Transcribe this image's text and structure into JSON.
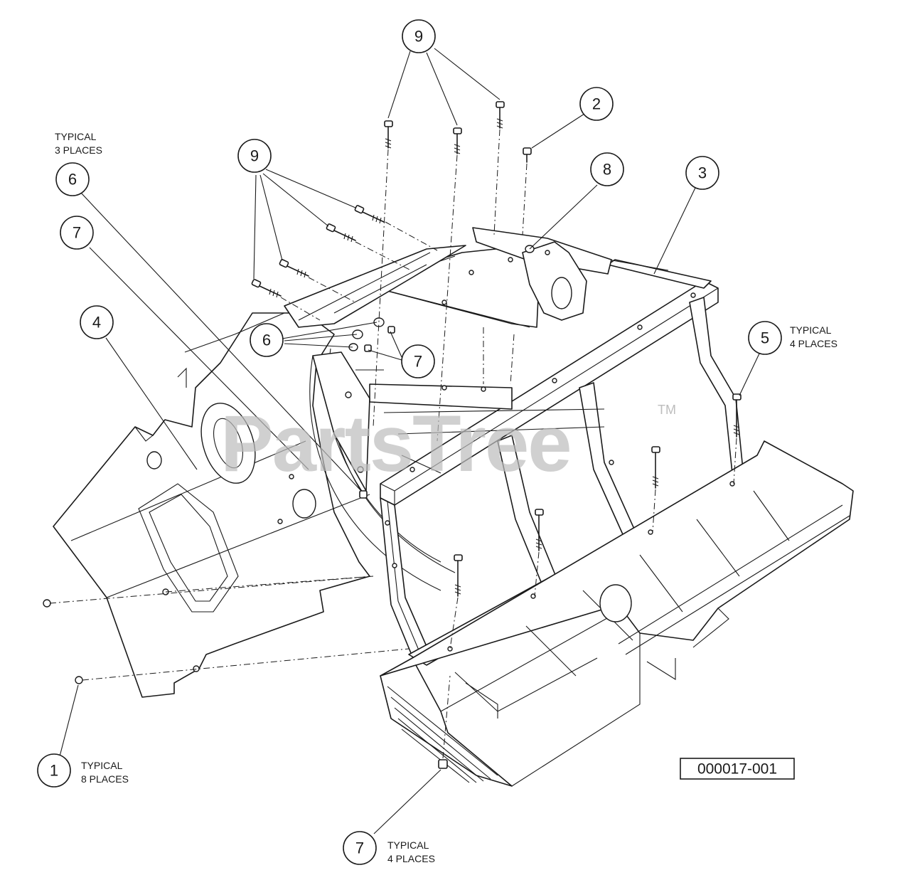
{
  "watermark": {
    "text": "PartsTree",
    "trademark": "TM"
  },
  "reference_code": "000017-001",
  "notes": {
    "typical_3_places_line1": "TYPICAL",
    "typical_3_places_line2": "3 PLACES",
    "typical_4_places_a_line1": "TYPICAL",
    "typical_4_places_a_line2": "4 PLACES",
    "typical_8_places_line1": "TYPICAL",
    "typical_8_places_line2": "8 PLACES",
    "typical_4_places_b_line1": "TYPICAL",
    "typical_4_places_b_line2": "4 PLACES"
  },
  "callouts": [
    {
      "id": "callout-9-top",
      "number": "9"
    },
    {
      "id": "callout-2",
      "number": "2"
    },
    {
      "id": "callout-9-left",
      "number": "9"
    },
    {
      "id": "callout-8",
      "number": "8"
    },
    {
      "id": "callout-3",
      "number": "3"
    },
    {
      "id": "callout-6-top",
      "number": "6"
    },
    {
      "id": "callout-7-left",
      "number": "7"
    },
    {
      "id": "callout-4",
      "number": "4"
    },
    {
      "id": "callout-6-center",
      "number": "6"
    },
    {
      "id": "callout-7-center",
      "number": "7"
    },
    {
      "id": "callout-5",
      "number": "5"
    },
    {
      "id": "callout-1",
      "number": "1"
    },
    {
      "id": "callout-7-bottom",
      "number": "7"
    }
  ],
  "icons": {
    "bolt": "carriage-bolt-icon",
    "nut": "flange-nut-icon",
    "screw": "screw-icon"
  }
}
